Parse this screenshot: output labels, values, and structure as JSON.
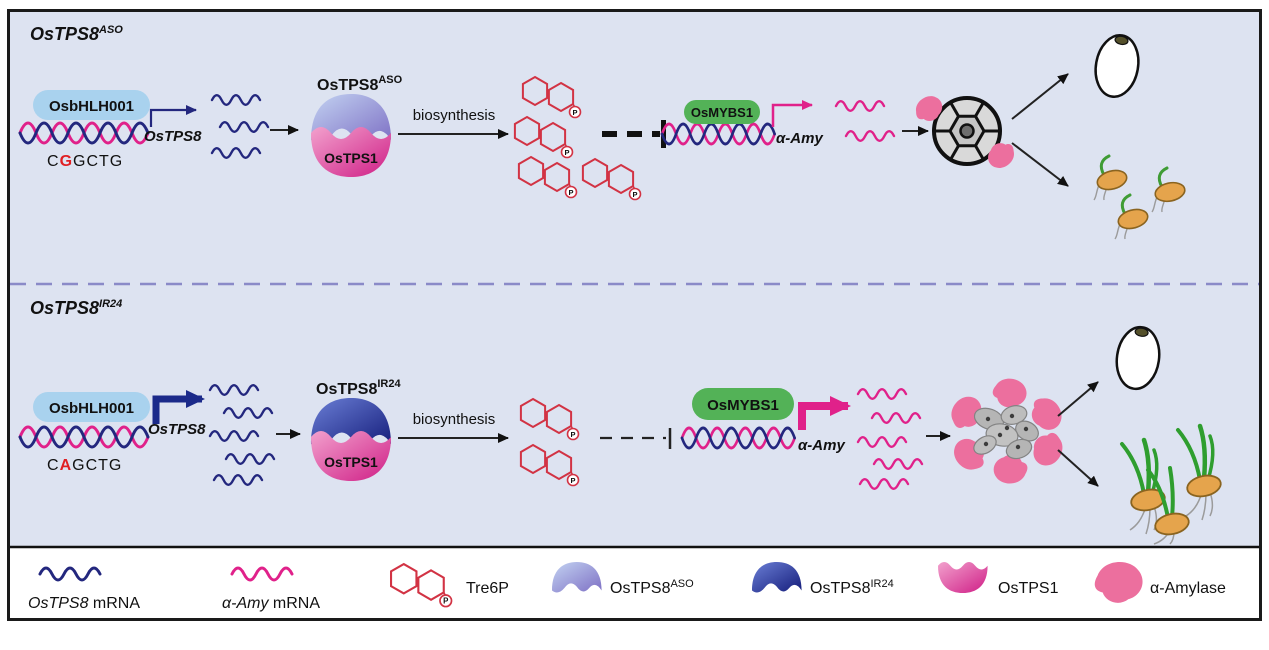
{
  "panel_top": {
    "title_base": "OsTPS8",
    "title_sup": "ASO",
    "tf": "OsbHLH001",
    "seq_pre": "C",
    "seq_mut": "G",
    "seq_post": "GCTG",
    "gene": "OsTPS8",
    "complex_base": "OsTPS8",
    "complex_sup": "ASO",
    "partner": "OsTPS1",
    "biosynthesis": "biosynthesis",
    "mybs": "OsMYBS1",
    "amy": "α-Amy"
  },
  "panel_bottom": {
    "title_base": "OsTPS8",
    "title_sup": "IR24",
    "tf": "OsbHLH001",
    "seq_pre": "C",
    "seq_mut": "A",
    "seq_post": "GCTG",
    "gene": "OsTPS8",
    "complex_base": "OsTPS8",
    "complex_sup": "IR24",
    "partner": "OsTPS1",
    "biosynthesis": "biosynthesis",
    "mybs": "OsMYBS1",
    "amy": "α-Amy"
  },
  "molecule": {
    "p_label": "P"
  },
  "legend": {
    "item1_gene": "OsTPS8",
    "item1_suffix": " mRNA",
    "item2_gene": "α-Amy",
    "item2_suffix": " mRNA",
    "item3": "Tre6P",
    "item4_base": "OsTPS8",
    "item4_sup": "ASO",
    "item5_base": "OsTPS8",
    "item5_sup": "IR24",
    "item6": "OsTPS1",
    "item7": "α-Amylase"
  },
  "colors": {
    "panel_bg": "#dde3f1",
    "mrna_ostps8": "#23277e",
    "mrna_amy": "#e0218a",
    "dna_strand_pink": "#e0218a",
    "dna_strand_navy": "#23277e",
    "tre6p_red": "#d23344",
    "mybs1_green": "#53b257",
    "bhlh_blue": "#a9d2ee",
    "tps8_aso_purple": "#7d6fc4",
    "tps8_ir24_navy": "#1b2a8a",
    "tps1_magenta": "#cf1e86",
    "amylase_pink": "#ec6f9e",
    "mutant_letter_red": "#e02024",
    "divider_purple": "#8a8ac8",
    "seed_coat_tan": "#e5a44c",
    "shoot_green": "#2f9e2f",
    "granule_gray": "#d9d9d9"
  }
}
